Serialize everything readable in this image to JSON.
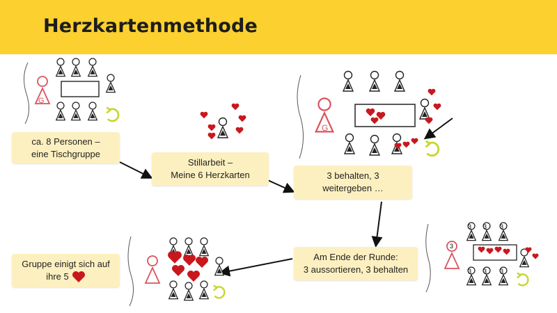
{
  "title": "Herzkartenmethode",
  "steps": [
    {
      "line1": "ca. 8 Personen –",
      "line2": "eine Tischgruppe"
    },
    {
      "line1": "Stillarbeit –",
      "line2": "Meine 6 Herzkarten"
    },
    {
      "line1": "3 behalten, 3",
      "line2": "weitergeben …"
    },
    {
      "line1": "Am Ende der Runde:",
      "line2": "3 aussortieren, 3 behalten"
    },
    {
      "line1": "Gruppe einigt sich auf",
      "line2": "ihre 5"
    }
  ],
  "badges": {
    "three": "3",
    "teacher": "G"
  },
  "colors": {
    "header": "#fcd02f",
    "box": "#fdf0c0",
    "heart": "#c8181e",
    "teacher": "#d9545c",
    "arrow": "#c7d62a"
  }
}
